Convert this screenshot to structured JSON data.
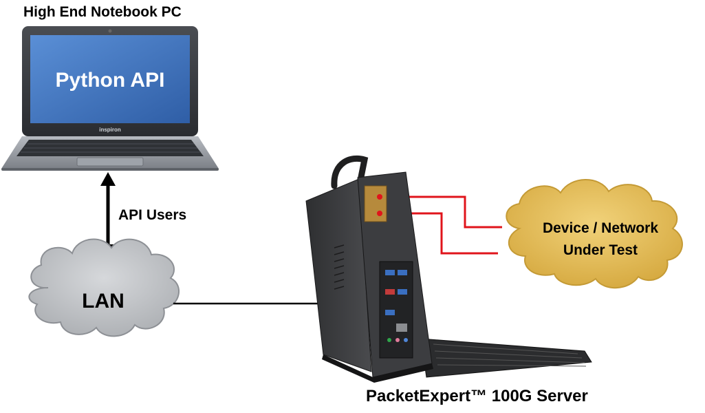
{
  "laptop": {
    "title": "High  End Notebook PC",
    "screen_text": "Python API",
    "brand": "inspiron"
  },
  "link": {
    "api_users_label": "API Users"
  },
  "lan": {
    "label": "LAN"
  },
  "dut": {
    "line1": "Device / Network",
    "line2": "Under Test"
  },
  "server": {
    "label": "PacketExpert™ 100G Server"
  },
  "colors": {
    "screen_blue": "#3f6eb5",
    "cloud_gray": "#c7c9cc",
    "cloud_gold": "#e8c25c",
    "cable_red": "#e0141b",
    "device_dark": "#3a3a3a"
  }
}
